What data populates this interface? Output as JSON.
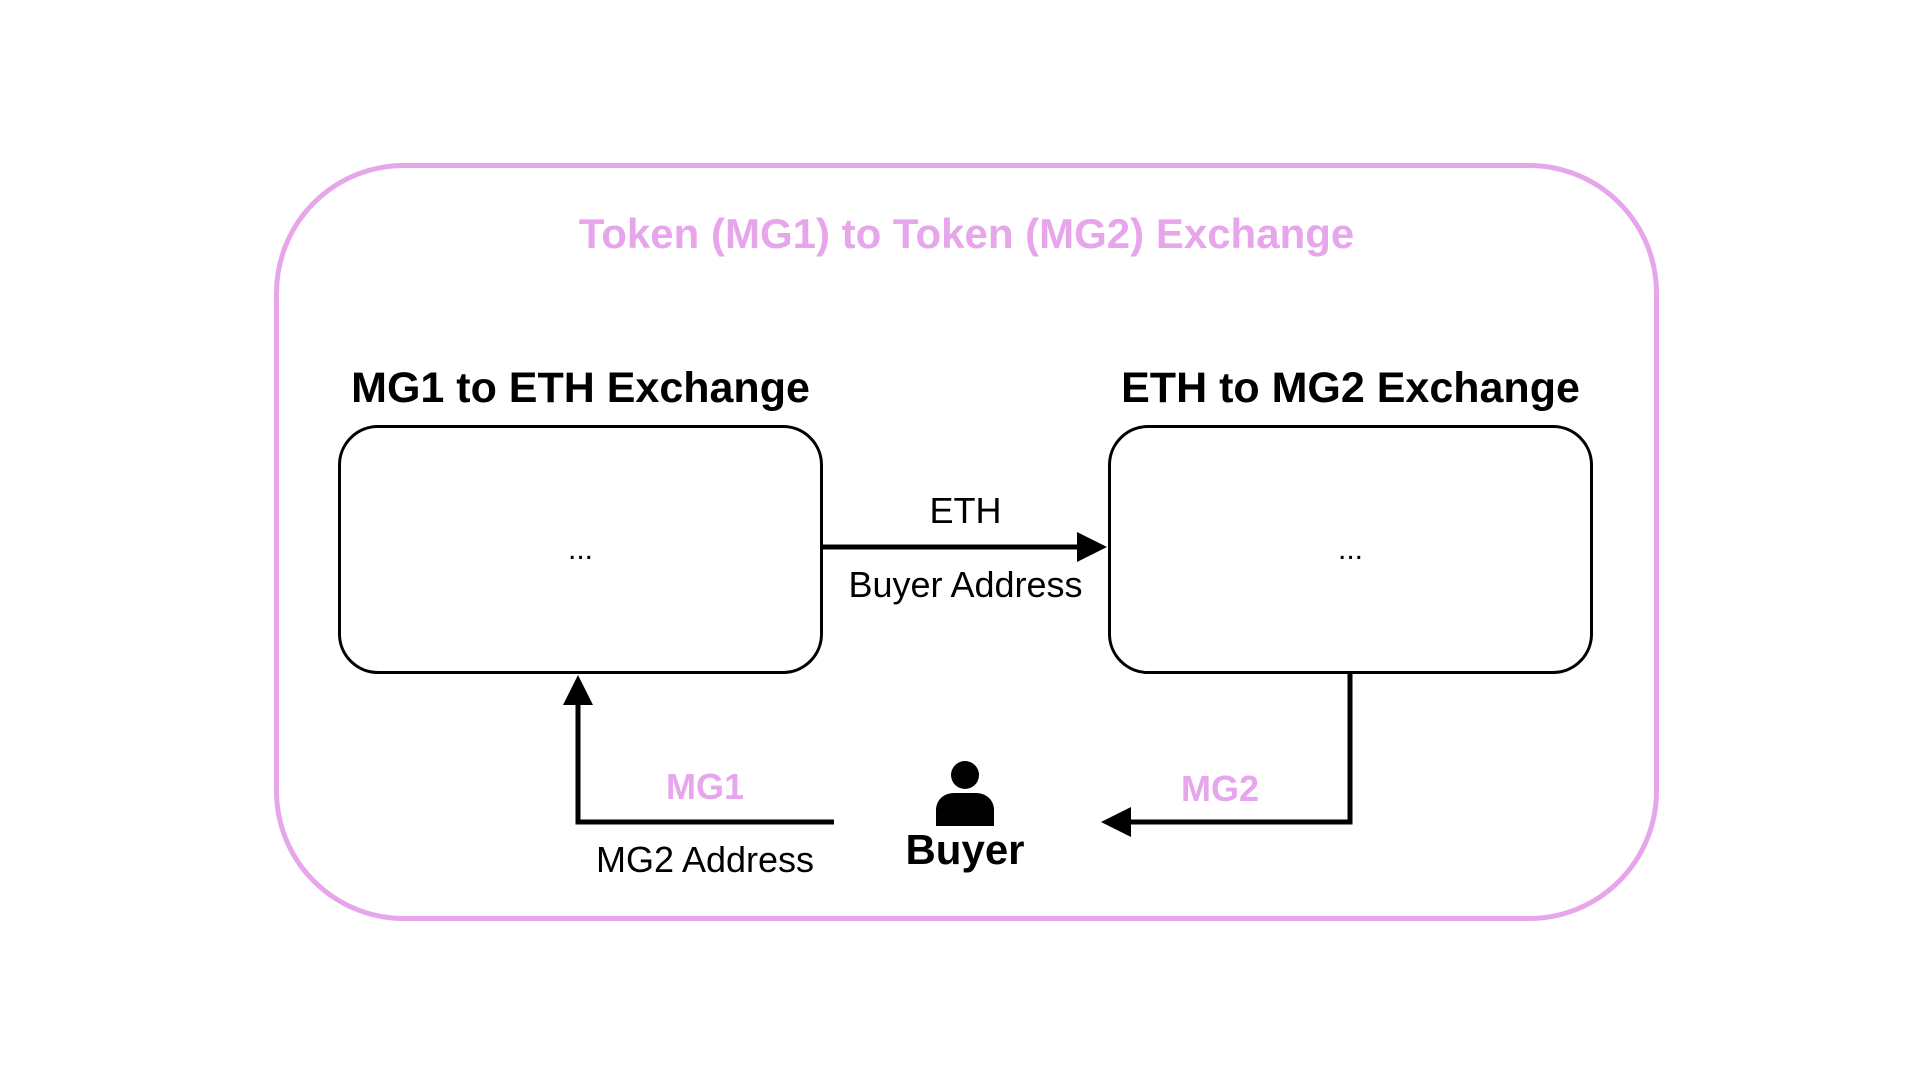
{
  "diagram": {
    "title": "Token (MG1) to Token (MG2) Exchange",
    "left_box": {
      "heading": "MG1 to ETH Exchange",
      "content": "..."
    },
    "right_box": {
      "heading": "ETH to MG2 Exchange",
      "content": "..."
    },
    "edges": {
      "middle_top_label": "ETH",
      "middle_bottom_label": "Buyer Address",
      "left_top_label": "MG1",
      "left_bottom_label": "MG2 Address",
      "right_top_label": "MG2"
    },
    "buyer": {
      "icon": "person-icon",
      "label": "Buyer"
    }
  },
  "colors": {
    "accent": "#e7a5ec",
    "line": "#000000",
    "background": "#ffffff"
  }
}
